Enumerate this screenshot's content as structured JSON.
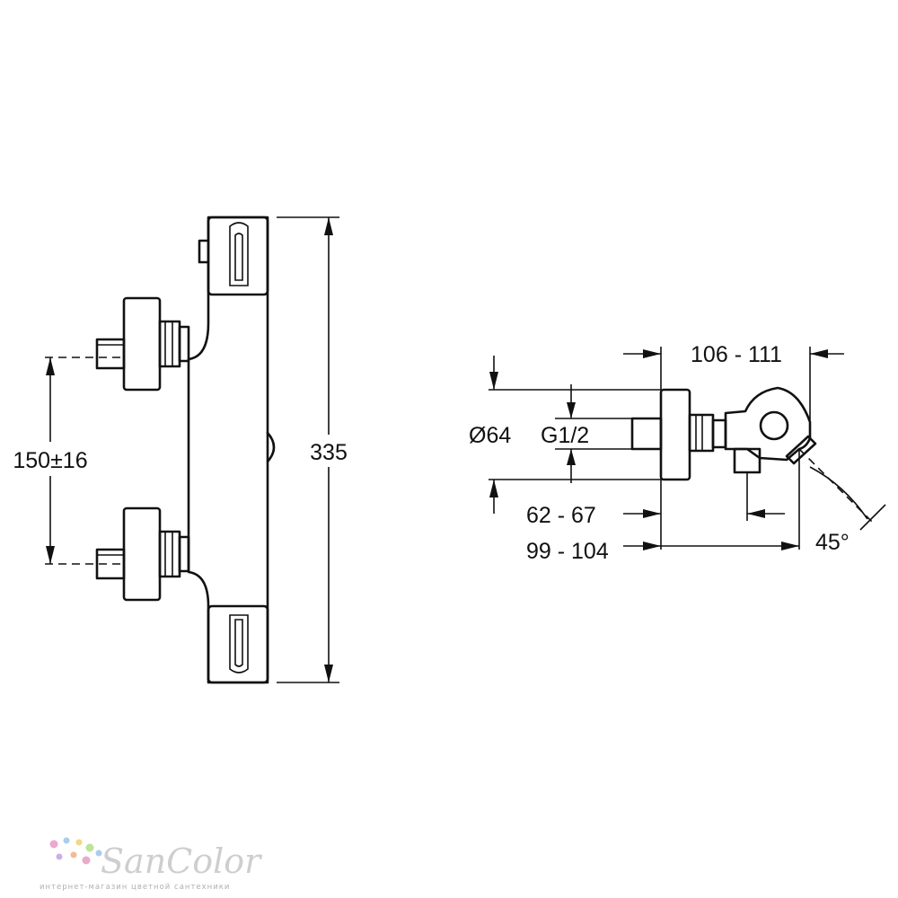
{
  "dimensions": {
    "height_total": "335",
    "inlet_spacing": "150±16",
    "depth_top": "106 - 111",
    "diameter": "Ø64",
    "thread": "G1/2",
    "depth_mid": "62 - 67",
    "depth_bottom": "99 - 104",
    "angle": "45°"
  },
  "watermark": {
    "brand": "SanColor",
    "tagline": "интернет-магазин цветной сантехники",
    "dot_colors": [
      "#e8a0c8",
      "#9fc8ec",
      "#f2d27a",
      "#b7e08f",
      "#c7a6e6",
      "#f4b38a"
    ]
  }
}
